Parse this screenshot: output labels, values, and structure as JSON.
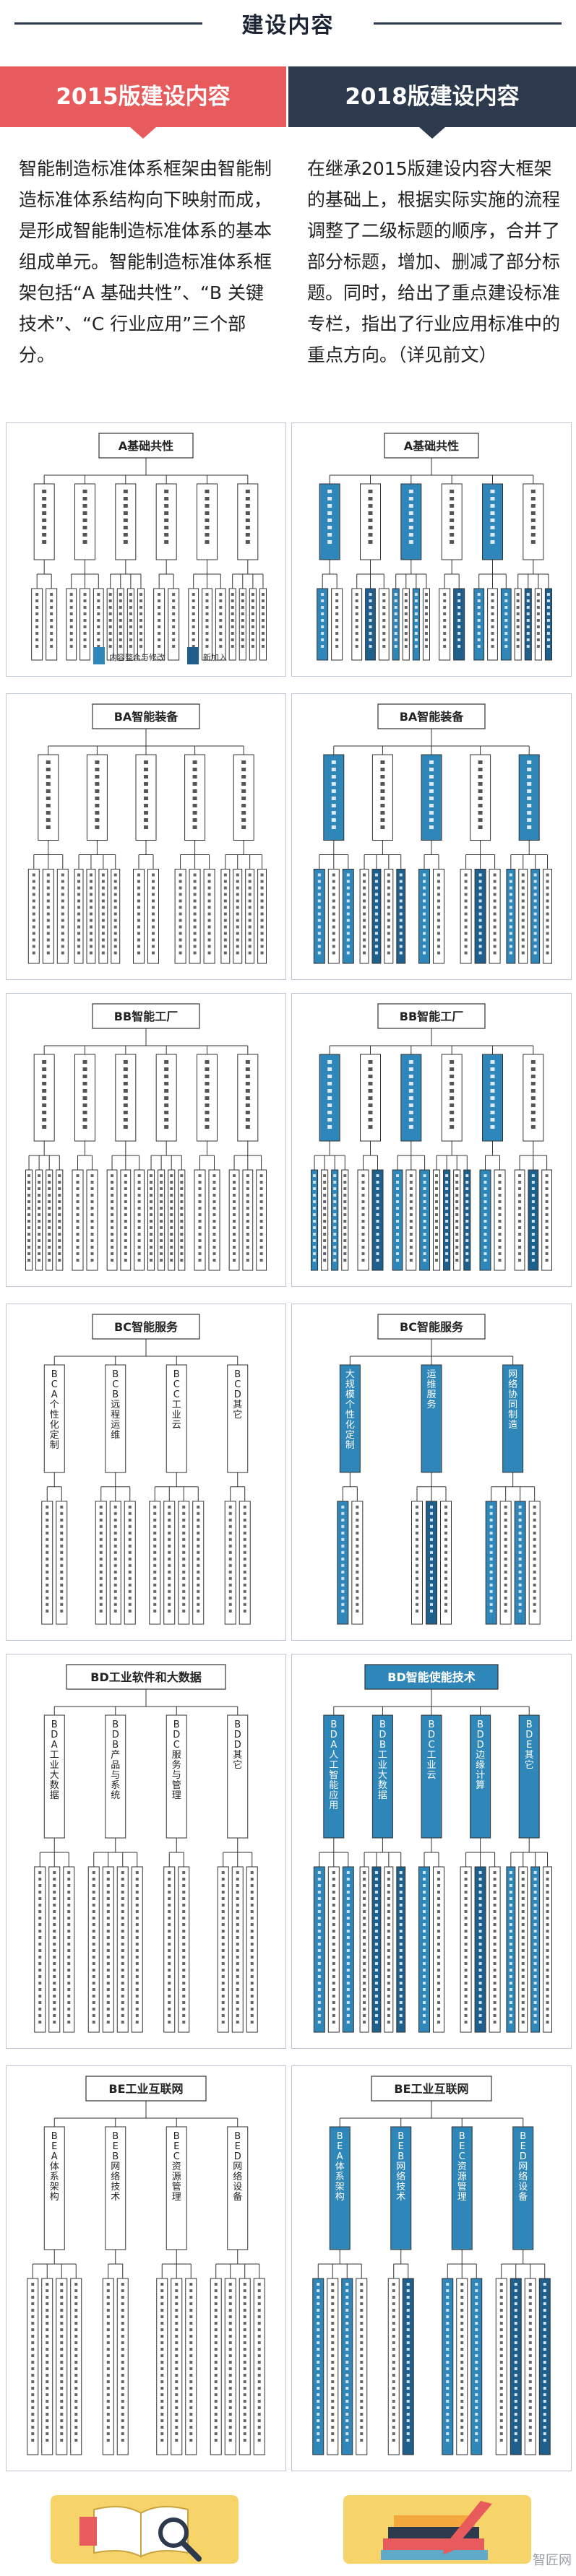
{
  "header": {
    "title": "建设内容"
  },
  "columns": {
    "left": {
      "heading": "2015版建设内容",
      "description": "智能制造标准体系框架由智能制造标准体系结构向下映射而成，是形成智能制造标准体系的基本组成单元。智能制造标准体系框架包括“A 基础共性”、“B 关键技术”、“C 行业应用”三个部分。"
    },
    "right": {
      "heading": "2018版建设内容",
      "description": "在继承2015版建设内容大框架的基础上，根据实际实施的流程调整了二级标题的顺序，合并了部分标题，增加、删减了部分标题。同时，给出了重点建设标准专栏，指出了行业应用标准中的重点方向。（详见前文）"
    }
  },
  "diagrams": {
    "left": [
      {
        "root": "A基础共性",
        "legend_changed": "内容整合与修改",
        "legend_new": "新加入"
      },
      {
        "root": "BA智能装备"
      },
      {
        "root": "BB智能工厂"
      },
      {
        "root": "BC智能服务",
        "branches": [
          "BCA个性化定制",
          "BCB远程运维",
          "BCC工业云",
          "BCD其它"
        ]
      },
      {
        "root": "BD工业软件和大数据",
        "branches": [
          "BDA工业大数据",
          "BDB产品与系统",
          "BDC服务与管理",
          "BDD其它"
        ]
      },
      {
        "root": "BE工业互联网",
        "branches": [
          "BEA体系架构",
          "BEB网络技术",
          "BEC资源管理",
          "BED网络设备"
        ]
      }
    ],
    "right": [
      {
        "root": "A基础共性"
      },
      {
        "root": "BA智能装备"
      },
      {
        "root": "BB智能工厂"
      },
      {
        "root": "BC智能服务",
        "branches": [
          "大规模个性化定制",
          "运维服务",
          "网络协同制造"
        ]
      },
      {
        "root": "BD智能使能技术",
        "branches": [
          "BDA人工智能应用",
          "BDB工业大数据",
          "BDC工业云",
          "BDD边缘计算",
          "BDE其它"
        ]
      },
      {
        "root": "BE工业互联网",
        "branches": [
          "BEA体系架构",
          "BEB网络技术",
          "BEC资源管理",
          "BED网络设备"
        ]
      }
    ]
  },
  "footer": {
    "watermark": "智匠网"
  },
  "colors": {
    "accent_red": "#e85b5c",
    "dark_navy": "#2d3a4e",
    "node_blue": "#2f86b8",
    "node_dark": "#1f5f8b"
  }
}
